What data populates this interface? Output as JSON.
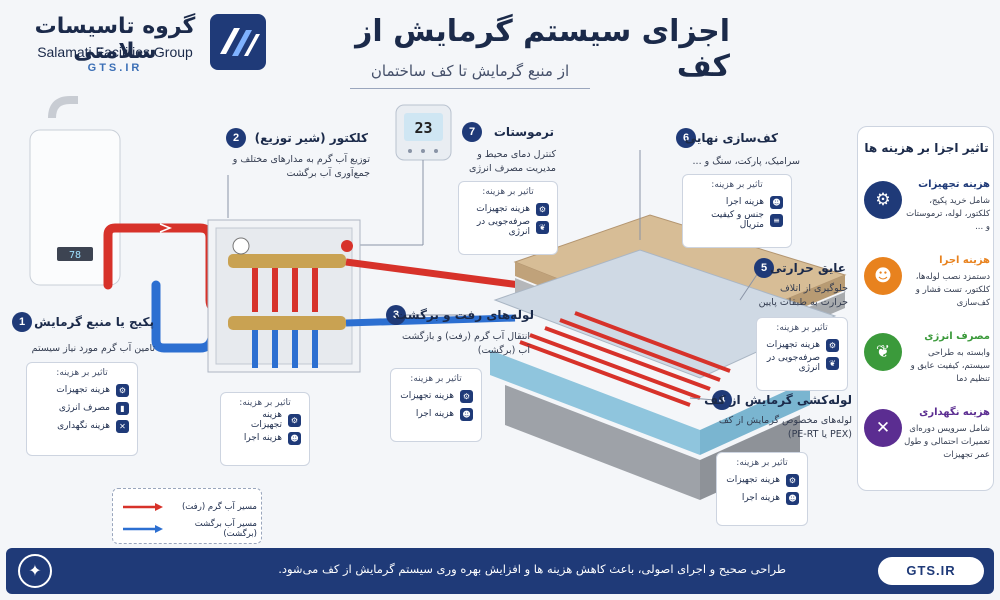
{
  "logo": {
    "name_fa": "گروه تاسیسات سلامتی",
    "name_en": "Salamati Facilities Group",
    "site": "GTS.IR"
  },
  "header": {
    "title": "اجزای سیستم گرمایش از کف",
    "subtitle": "از منبع گرمایش تا کف ساختمان"
  },
  "thermostat_display": "23",
  "boiler_display": "78",
  "cost_heading": "تاثیر بر هزینه:",
  "components": [
    {
      "num": "1",
      "title": "پکیج یا منبع گرمایش",
      "desc": "تامین آب گرم مورد نیاز سیستم",
      "costs": [
        "هزینه تجهیزات",
        "مصرف انرژی",
        "هزینه نگهداری"
      ]
    },
    {
      "num": "2",
      "title": "کلکتور (شیر توزیع)",
      "desc": "توزیع آب گرم به مدارهای مختلف و جمع‌آوری آب برگشت",
      "costs": [
        "هزینه تجهیزات",
        "هزینه اجرا"
      ]
    },
    {
      "num": "3",
      "title": "لوله‌های رفت و برگشت",
      "desc": "انتقال آب گرم (رفت) و بازگشت آب (برگشت)",
      "costs": [
        "هزینه تجهیزات",
        "هزینه اجرا"
      ]
    },
    {
      "num": "4",
      "title": "لوله‌کشی گرمایش از کف",
      "desc": "لوله‌های مخصوص گرمایش از کف (PEX یا PE-RT)",
      "costs": [
        "هزینه تجهیزات",
        "هزینه اجرا"
      ]
    },
    {
      "num": "5",
      "title": "عایق حرارتی",
      "desc": "جلوگیری از اتلاف حرارت به طبقات پایین",
      "costs": [
        "هزینه تجهیزات",
        "صرفه‌جویی در انرژی"
      ]
    },
    {
      "num": "6",
      "title": "کف‌سازی نهایی",
      "desc": "سرامیک، پارکت، سنگ و ...",
      "costs": [
        "هزینه اجرا",
        "جنس و کیفیت متریال"
      ]
    },
    {
      "num": "7",
      "title": "ترموستات",
      "desc": "کنترل دمای محیط و مدیریت مصرف انرژی",
      "costs": [
        "هزینه تجهیزات",
        "صرفه‌جویی در انرژی"
      ]
    }
  ],
  "side_panel": {
    "title": "تاثیر اجزا بر هزینه ها",
    "items": [
      {
        "title": "هزینه تجهیزات",
        "desc": "شامل خرید پکیج، کلکتور، لوله، ترموستات و ...",
        "color": "#1f3a78",
        "icon": "gear-icon"
      },
      {
        "title": "هزینه اجرا",
        "desc": "دستمزد نصب لوله‌ها، کلکتور، تست فشار و کف‌سازی",
        "color": "#e8821e",
        "icon": "worker-icon"
      },
      {
        "title": "مصرف انرژی",
        "desc": "وابسته به طراحی سیستم، کیفیت عایق و تنظیم دما",
        "color": "#3b9a3b",
        "icon": "leaf-icon"
      },
      {
        "title": "هزینه نگهداری",
        "desc": "شامل سرویس دوره‌ای تعمیرات احتمالی و طول عمر تجهیزات",
        "color": "#5b2d91",
        "icon": "tools-icon"
      }
    ]
  },
  "legend": {
    "supply": "مسیر آب گرم (رفت)",
    "return": "مسیر آب برگشت (برگشت)",
    "supply_color": "#d7322a",
    "return_color": "#2c6fd1"
  },
  "footer": {
    "text": "طراحی صحیح و اجرای اصولی، باعث کاهش هزینه ها و افزایش بهره وری سیستم گرمایش از کف می‌شود.",
    "site": "GTS.IR"
  }
}
